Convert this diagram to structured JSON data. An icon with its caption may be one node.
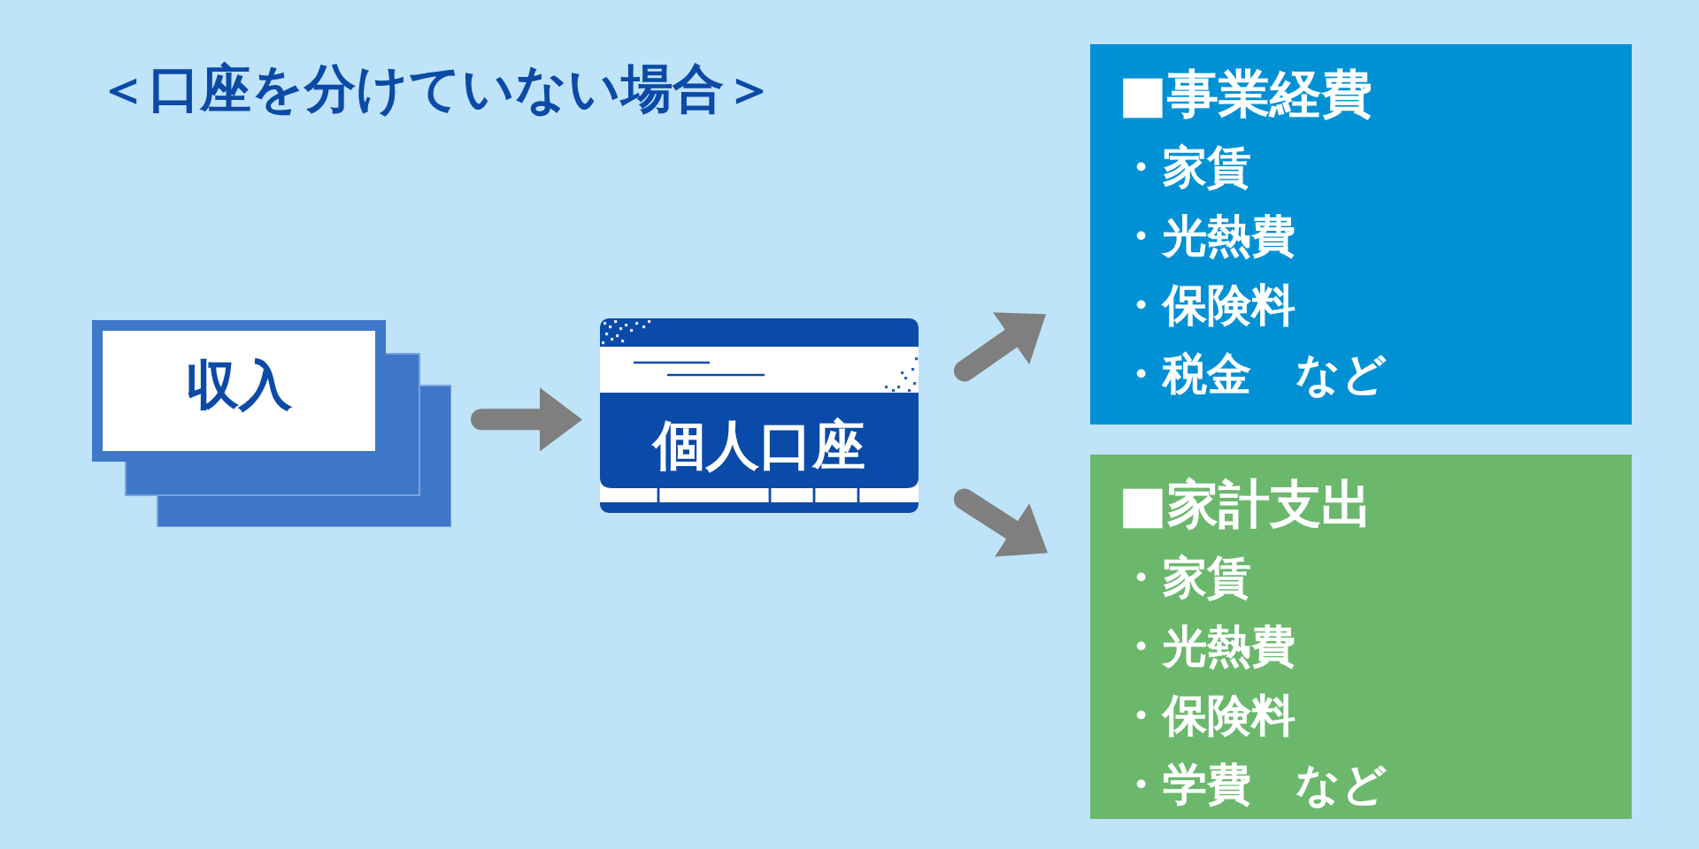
{
  "diagram": {
    "title": "＜口座を分けていない場合＞",
    "nodes": [
      {
        "text": [
          "収入"
        ]
      },
      {
        "text": [
          "個人口座"
        ]
      },
      {
        "text": [
          "■事業経費",
          "・家賃",
          "・光熱費",
          "・保険料",
          "・税金　など"
        ]
      },
      {
        "text": [
          "■家計支出",
          "・家賃",
          "・光熱費",
          "・保険料",
          "・学費　など"
        ]
      }
    ],
    "edges": [
      {
        "from": 0,
        "to": 1,
        "arrow": "to"
      },
      {
        "from": 1,
        "to": 2,
        "arrow": "to"
      },
      {
        "from": 1,
        "to": 3,
        "arrow": "to"
      }
    ]
  }
}
